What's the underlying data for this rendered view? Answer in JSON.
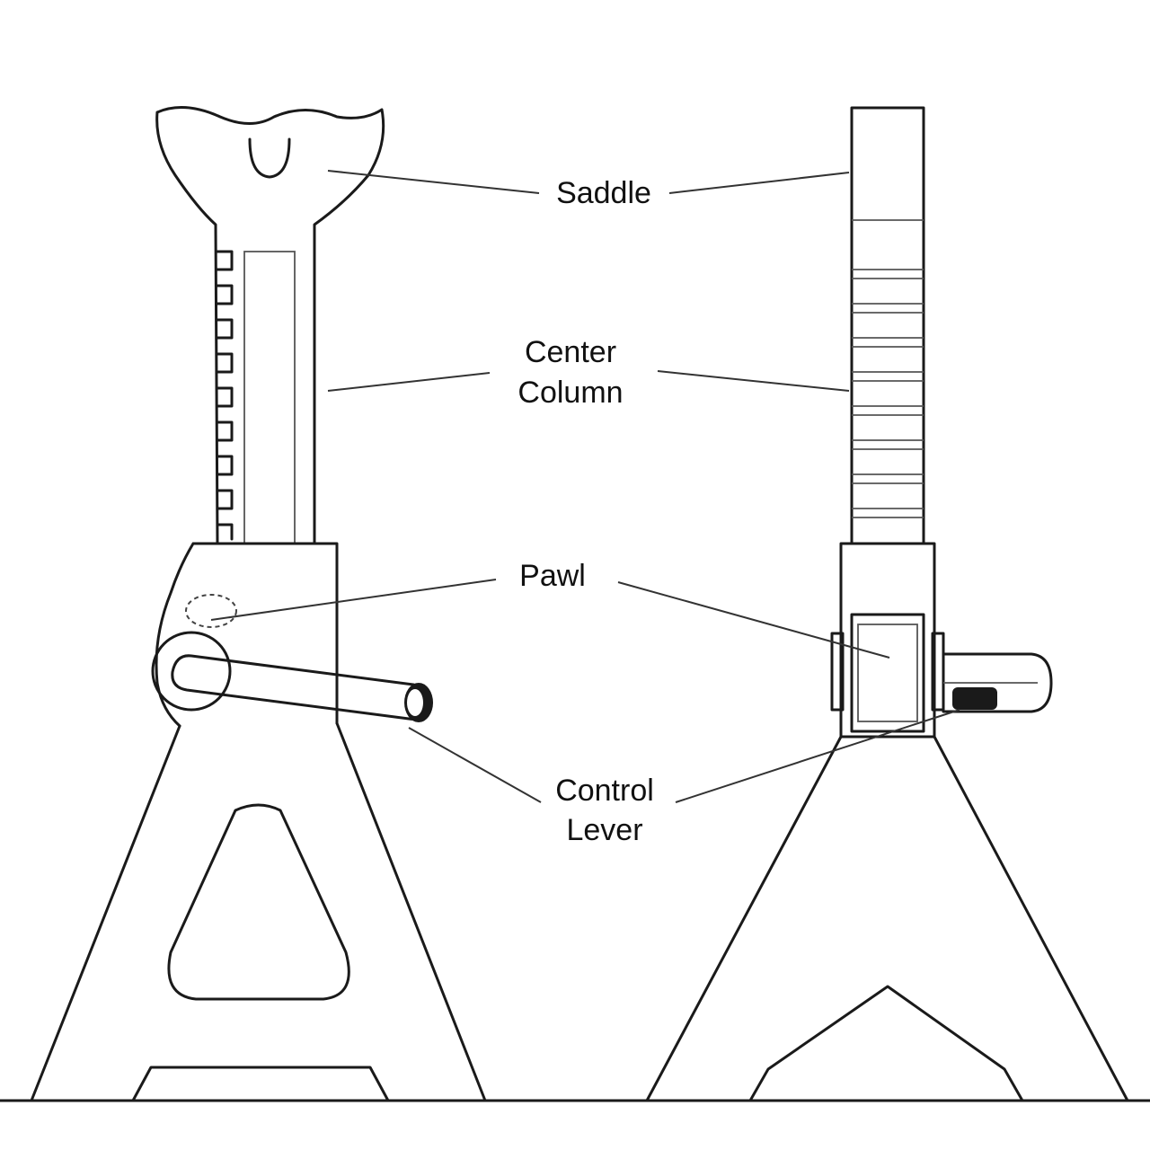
{
  "labels": {
    "saddle": "Saddle",
    "center_column_line1": "Center",
    "center_column_line2": "Column",
    "pawl": "Pawl",
    "control_lever_line1": "Control",
    "control_lever_line2": "Lever"
  },
  "colors": {
    "stroke": "#1a1a1a",
    "background": "#ffffff",
    "lever_grip": "#1a1a1a"
  }
}
